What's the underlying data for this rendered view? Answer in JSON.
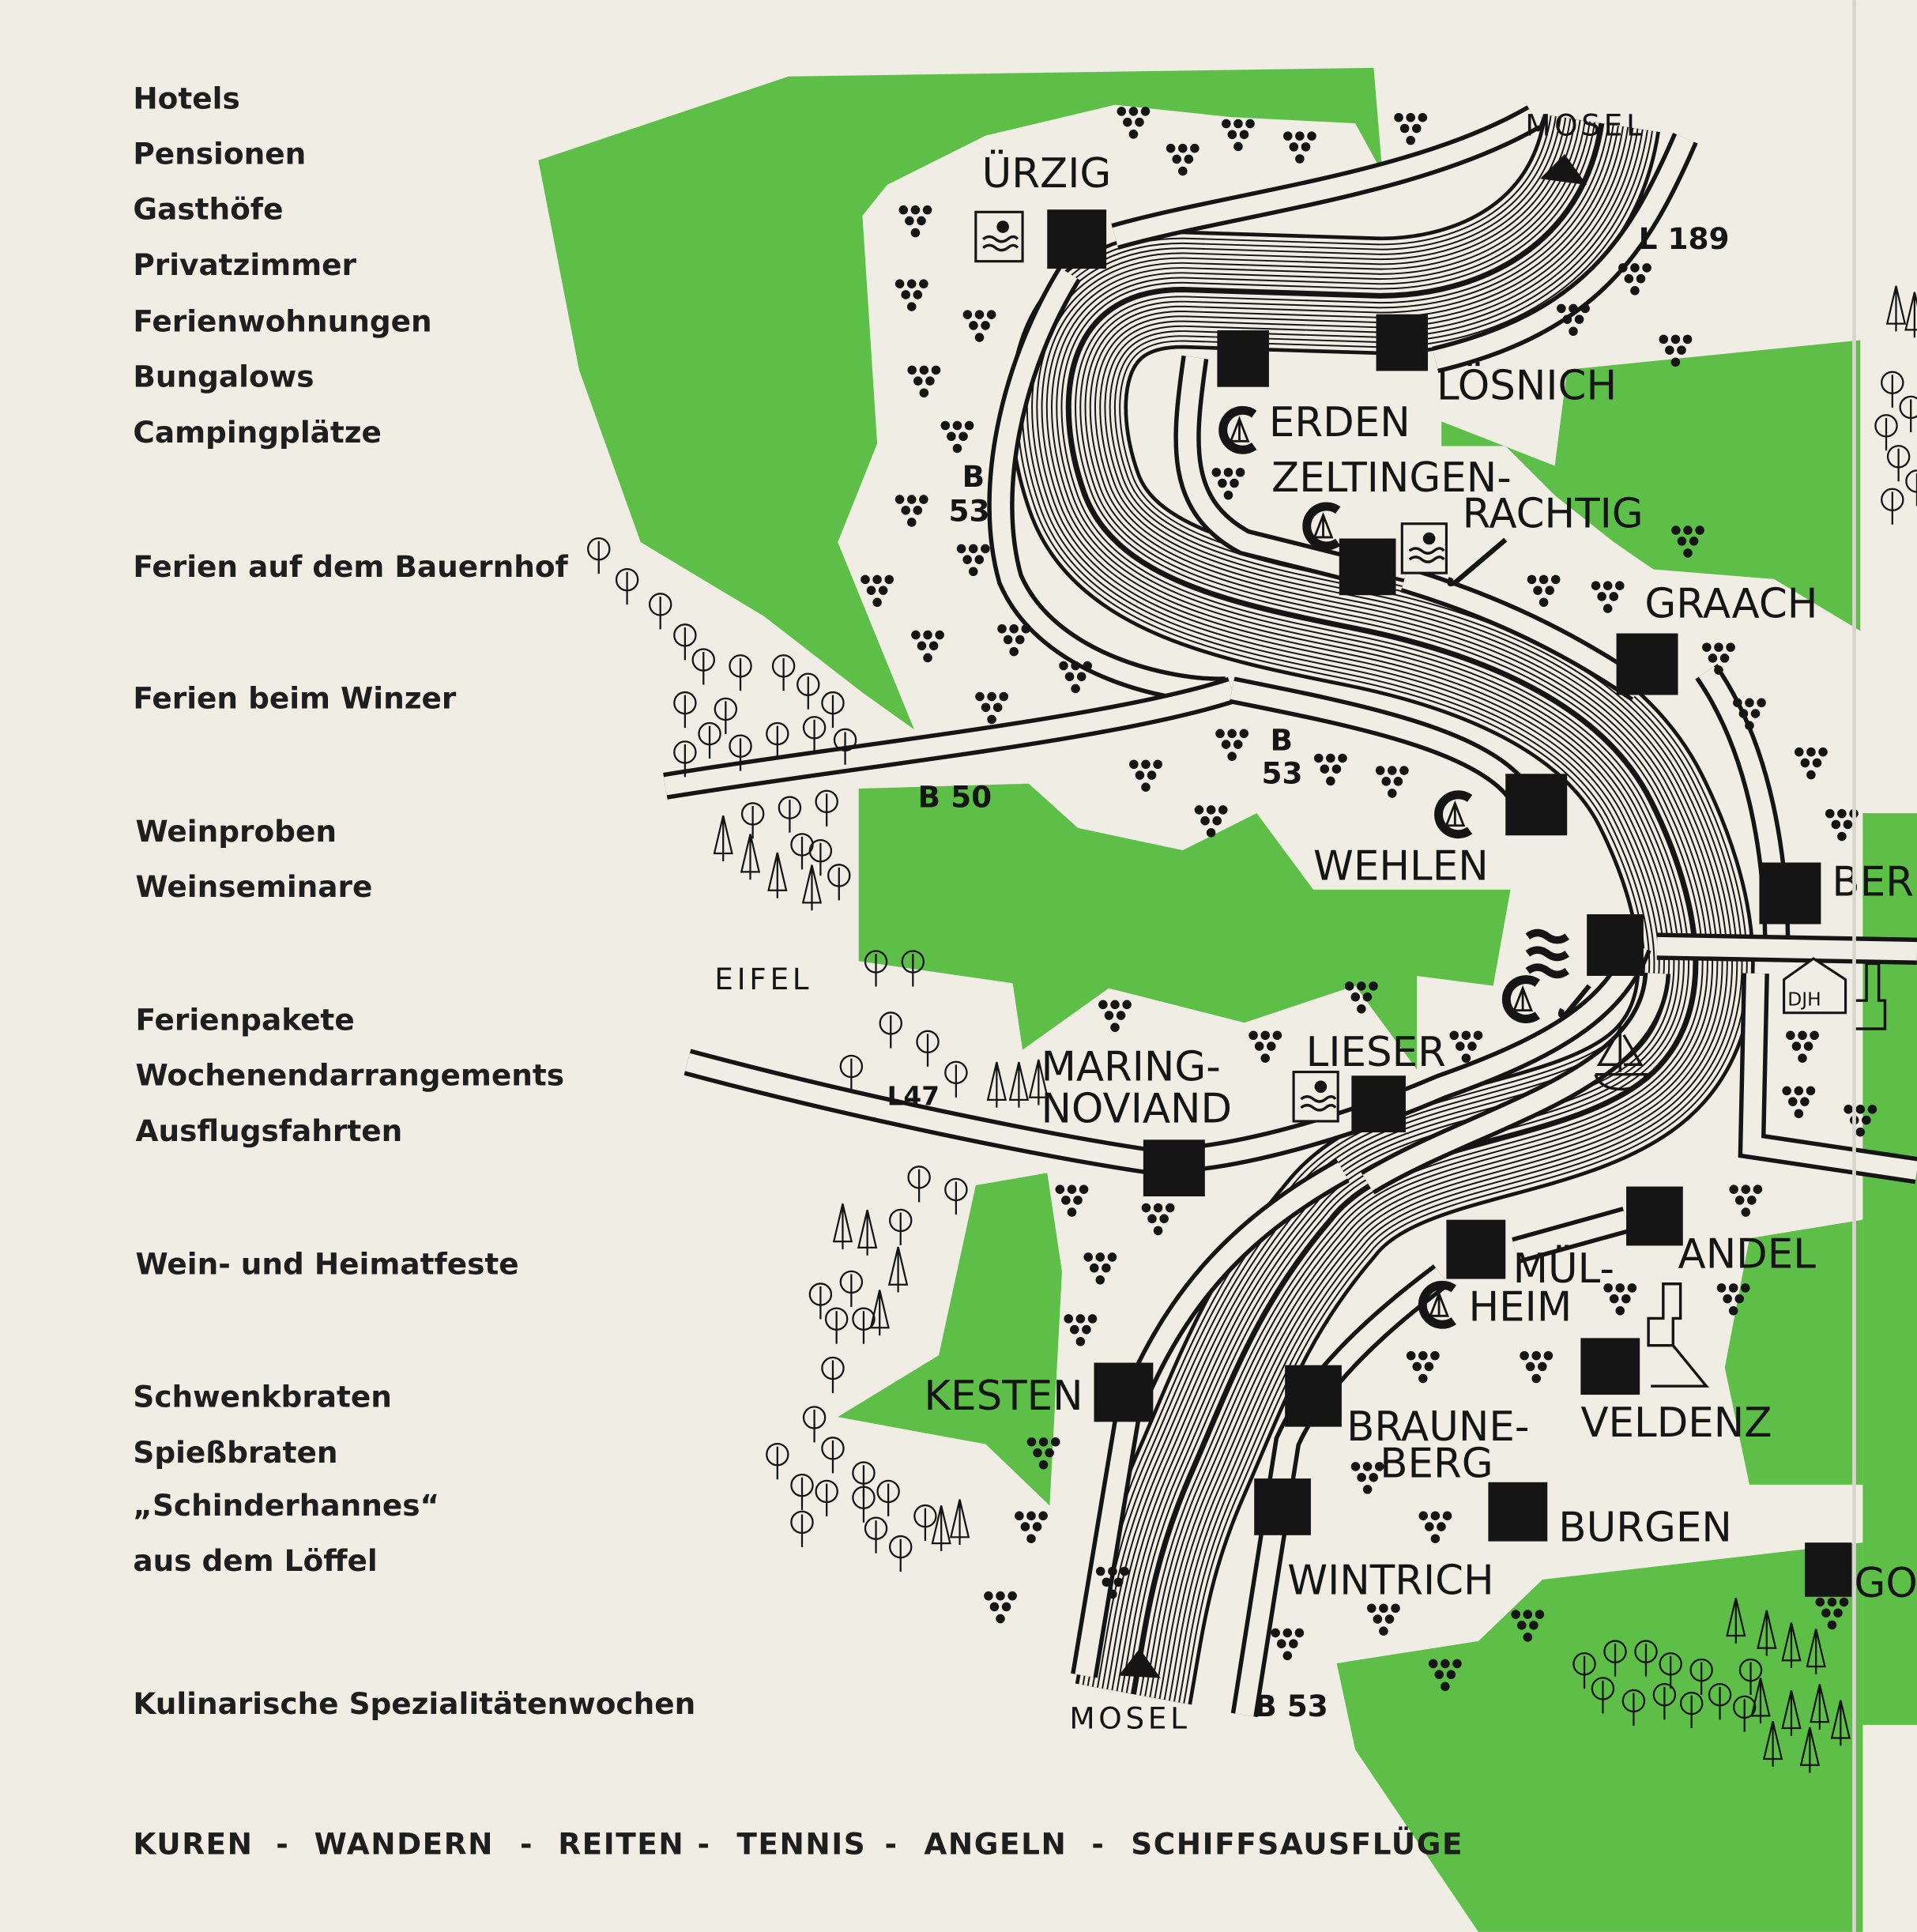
{
  "sidebar": {
    "offers": [
      "Hotels",
      "Pensionen",
      "Gasthöfe",
      "Privatzimmer",
      "Ferienwohnungen",
      "Bungalows",
      "Campingplätze",
      "Ferien auf dem Bauernhof",
      "Ferien beim Winzer",
      "Weinproben",
      "Weinseminare",
      "Ferienpakete",
      "Wochenendarrangements",
      "Ausflugsfahrten",
      "Wein- und Heimatfeste",
      "Schwenkbraten",
      "Spießbraten",
      "„Schinderhannes“",
      "aus dem Löffel",
      "Kulinarische Spezialitätenwochen"
    ]
  },
  "footer": {
    "activities": [
      "KUREN",
      "WANDERN",
      "REITEN",
      "TENNIS",
      "ANGELN",
      "SCHIFFSAUSFLÜGE"
    ],
    "separator": "-"
  },
  "map": {
    "towns": {
      "uerzig": "ÜRZIG",
      "loesnich": "LÖSNICH",
      "erden": "ERDEN",
      "zeltingen_1": "ZELTINGEN-",
      "zeltingen_2": "RACHTIG",
      "graach": "GRAACH",
      "wehlen": "WEHLEN",
      "bernkastel": "BERN",
      "lieser": "LIESER",
      "maring_1": "MARING-",
      "maring_2": "NOVIAND",
      "andel": "ANDEL",
      "muelheim_1": "MÜL-",
      "muelheim_2": "HEIM",
      "kesten": "KESTEN",
      "brauneberg_1": "BRAUNE-",
      "brauneberg_2": "BERG",
      "veldenz": "VELDENZ",
      "burgen": "BURGEN",
      "wintrich": "WINTRICH",
      "gornhausen": "GO"
    },
    "roads": {
      "l189": "L 189",
      "b53_left_1": "B",
      "b53_left_2": "53",
      "b53_mid_1": "B",
      "b53_mid_2": "53",
      "b50": "B 50",
      "l47": "L47",
      "b53_bottom": "B 53"
    },
    "region": "EIFEL",
    "river_top": "MOSEL",
    "river_bottom": "MOSEL",
    "hostel": "DJH",
    "colors": {
      "green": "#5dbf48",
      "paper": "#efede4",
      "ink": "#151515"
    }
  }
}
